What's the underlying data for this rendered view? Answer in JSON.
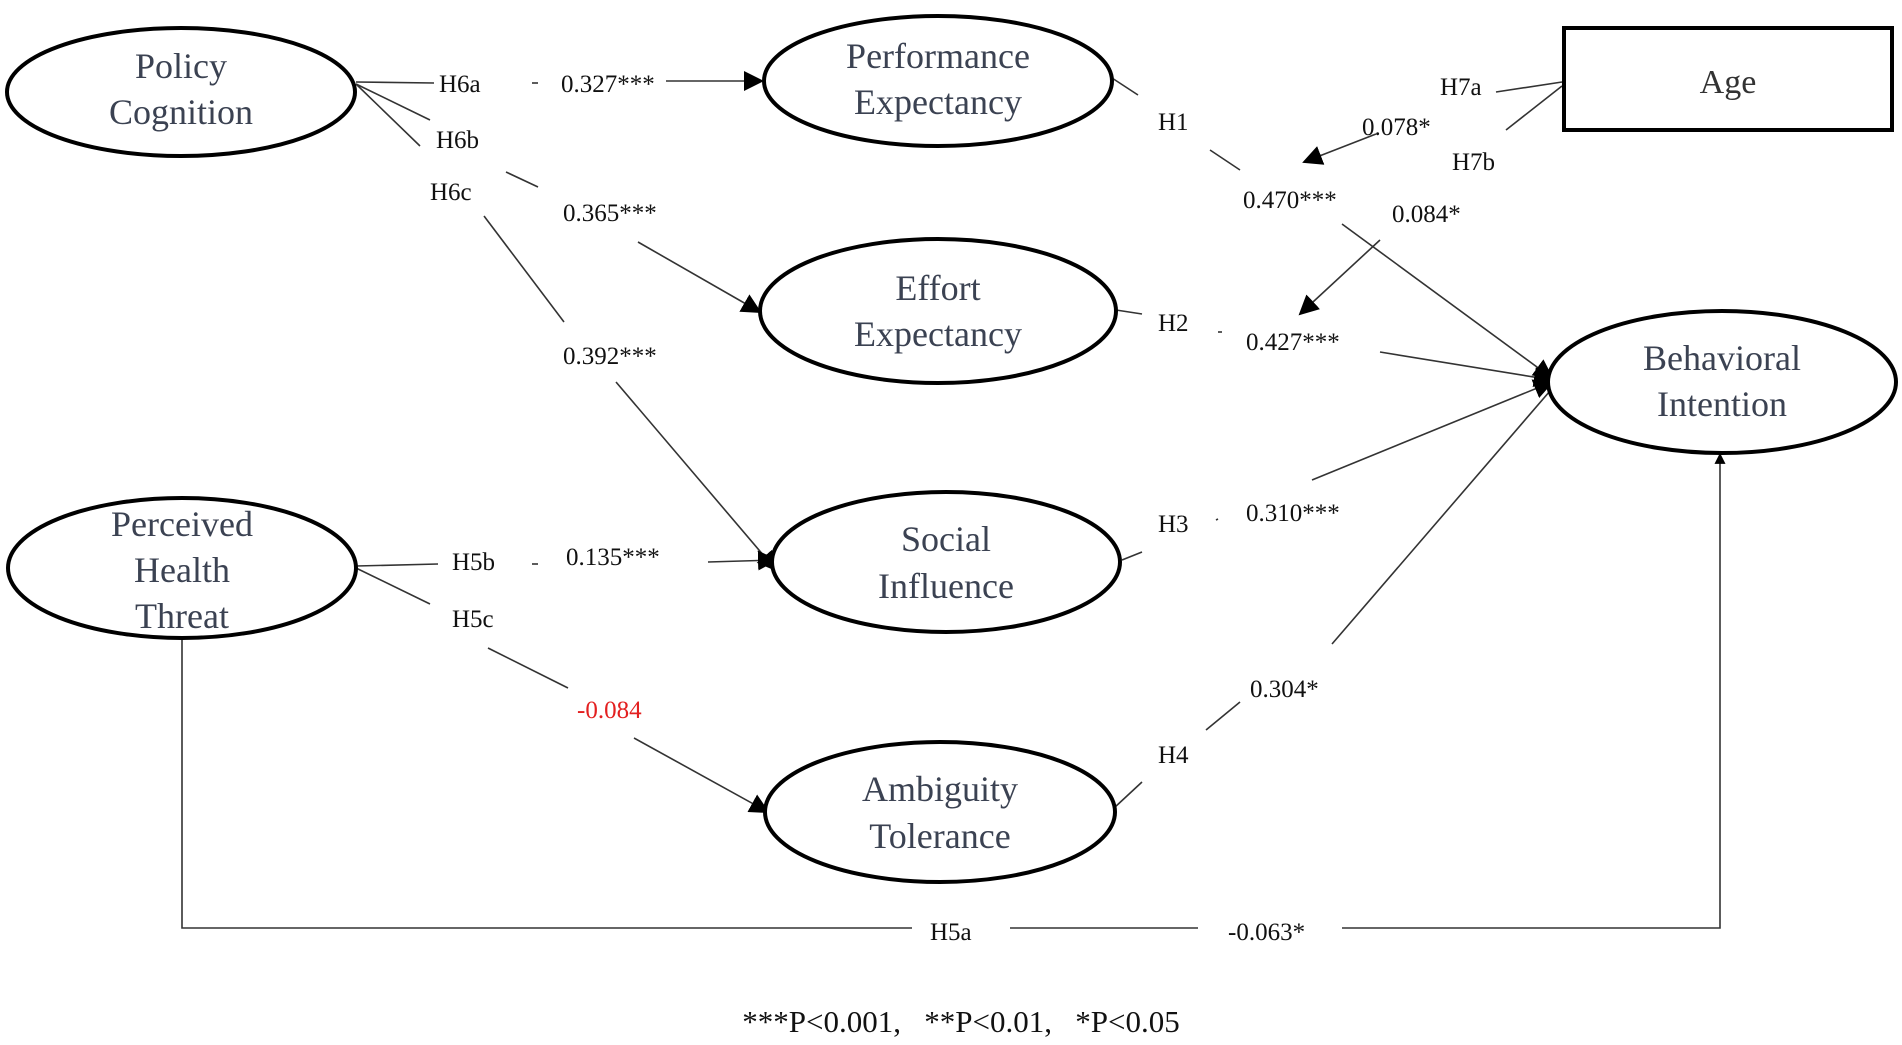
{
  "constructs": {
    "policy_cognition": [
      "Policy",
      "Cognition"
    ],
    "performance_expectancy": [
      "Performance",
      "Expectancy"
    ],
    "effort_expectancy": [
      "Effort",
      "Expectancy"
    ],
    "social_influence": [
      "Social",
      "Influence"
    ],
    "ambiguity_tolerance": [
      "Ambiguity",
      "Tolerance"
    ],
    "perceived_health_threat": [
      "Perceived",
      "Health",
      "Threat"
    ],
    "behavioral_intention": [
      "Behavioral",
      "Intention"
    ],
    "age": "Age"
  },
  "paths": {
    "h6a": {
      "label": "H6a",
      "coef": "0.327***"
    },
    "h6b": {
      "label": "H6b",
      "coef": "0.365***"
    },
    "h6c": {
      "label": "H6c",
      "coef": "0.392***"
    },
    "h1": {
      "label": "H1",
      "coef": "0.470***"
    },
    "h2": {
      "label": "H2",
      "coef": "0.427***"
    },
    "h3": {
      "label": "H3",
      "coef": "0.310***"
    },
    "h4": {
      "label": "H4",
      "coef": "0.304*"
    },
    "h5a": {
      "label": "H5a",
      "coef": "-0.063*"
    },
    "h5b": {
      "label": "H5b",
      "coef": "0.135***"
    },
    "h5c": {
      "label": "H5c",
      "coef": "-0.084"
    },
    "h7a": {
      "label": "H7a",
      "coef": "0.078*"
    },
    "h7b": {
      "label": "H7b",
      "coef": "0.084*"
    }
  },
  "legend": "***P<0.001,   **P<0.01,   *P<0.05",
  "colors": {
    "non_significant": "#e32020",
    "ink": "#000000"
  }
}
